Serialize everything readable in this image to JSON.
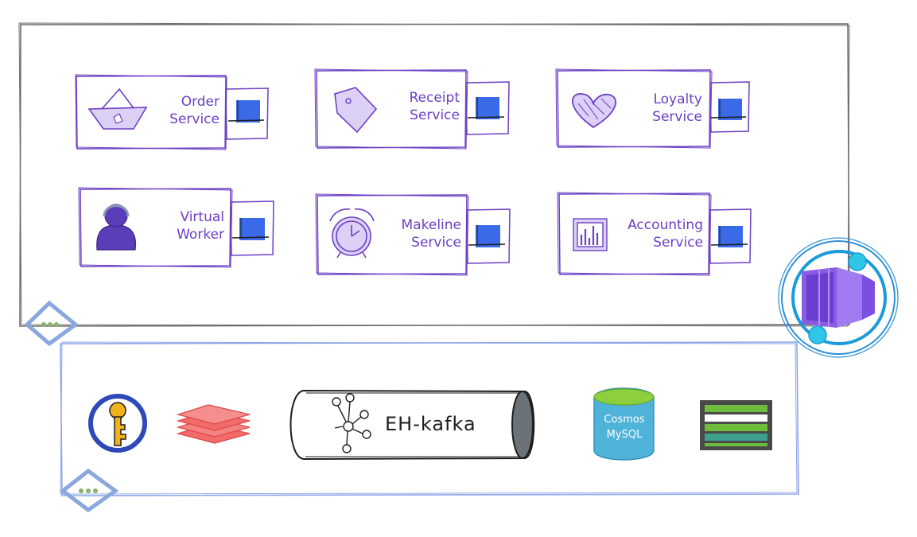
{
  "services": [
    {
      "line1": "Order",
      "line2": "Service",
      "icon": "shopping-bag-icon"
    },
    {
      "line1": "Receipt",
      "line2": "Service",
      "icon": "price-tag-icon"
    },
    {
      "line1": "Loyalty",
      "line2": "Service",
      "icon": "heart-icon"
    },
    {
      "line1": "Virtual",
      "line2": "Worker",
      "icon": "user-headset-icon"
    },
    {
      "line1": "Makeline",
      "line2": "Service",
      "icon": "alarm-clock-icon"
    },
    {
      "line1": "Accounting",
      "line2": "Service",
      "icon": "bar-chart-icon"
    }
  ],
  "infrastructure": {
    "kafka_label": "EH-kafka",
    "cosmos_line1": "Cosmos",
    "cosmos_line2": "MySQL"
  },
  "colors": {
    "service_stroke": "#6c3fc4",
    "sidecar_blue": "#3b6ae8",
    "infra_stroke": "#7f9be0",
    "app_stroke": "#6f6f6f"
  }
}
